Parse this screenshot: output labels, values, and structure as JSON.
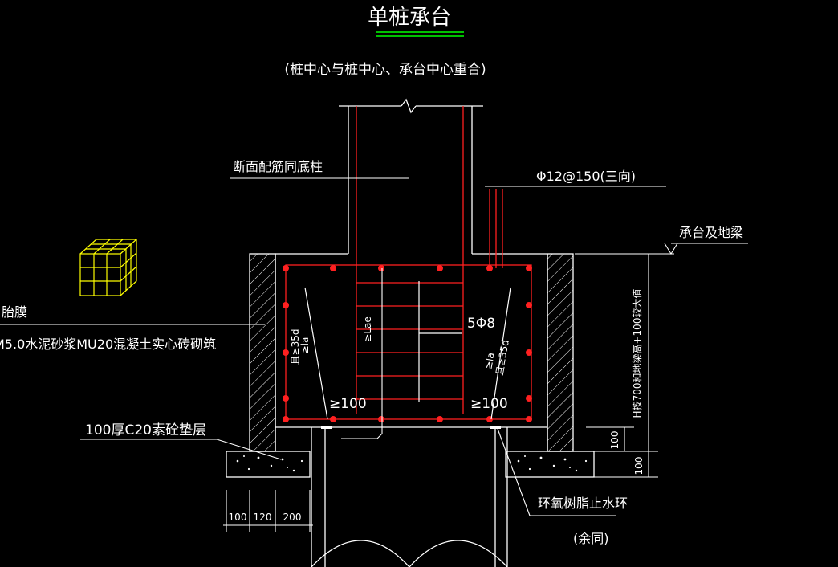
{
  "drawing": {
    "title": "单桩承台",
    "subtitle": "(桩中心与桩中心、承台中心重合)",
    "labels": {
      "section_reinforcement": "断面配筋同底柱",
      "stirrup_spec": "Φ12@150(三向)",
      "cap_and_beam": "承台及地梁",
      "membrane": "胎膜",
      "masonry": "M5.0水泥砂浆MU20混凝土实心砖砌筑",
      "cushion": "100厚C20素砼垫层",
      "waterstop": "环氧树脂止水环",
      "same_below": "(余同)",
      "bars": "5Φ8",
      "anchor_lae": "≥Lae",
      "ge100_left": "≥100",
      "ge100_right": "≥100",
      "left_diag_a": "≥la",
      "left_diag_b": "且≥35d",
      "right_diag_a": "≥la",
      "right_diag_b": "且≥35d",
      "height_note": "H按700和地梁高+100较大值"
    },
    "dimensions": {
      "d1": "100",
      "d2": "120",
      "d3": "200",
      "dim_right_1": "100",
      "dim_right_2": "100"
    },
    "colors": {
      "background": "#000000",
      "line_white": "#ffffff",
      "rebar_red": "#ff2020",
      "accent_green": "#00ff00",
      "cube_yellow": "#ffff00"
    }
  }
}
